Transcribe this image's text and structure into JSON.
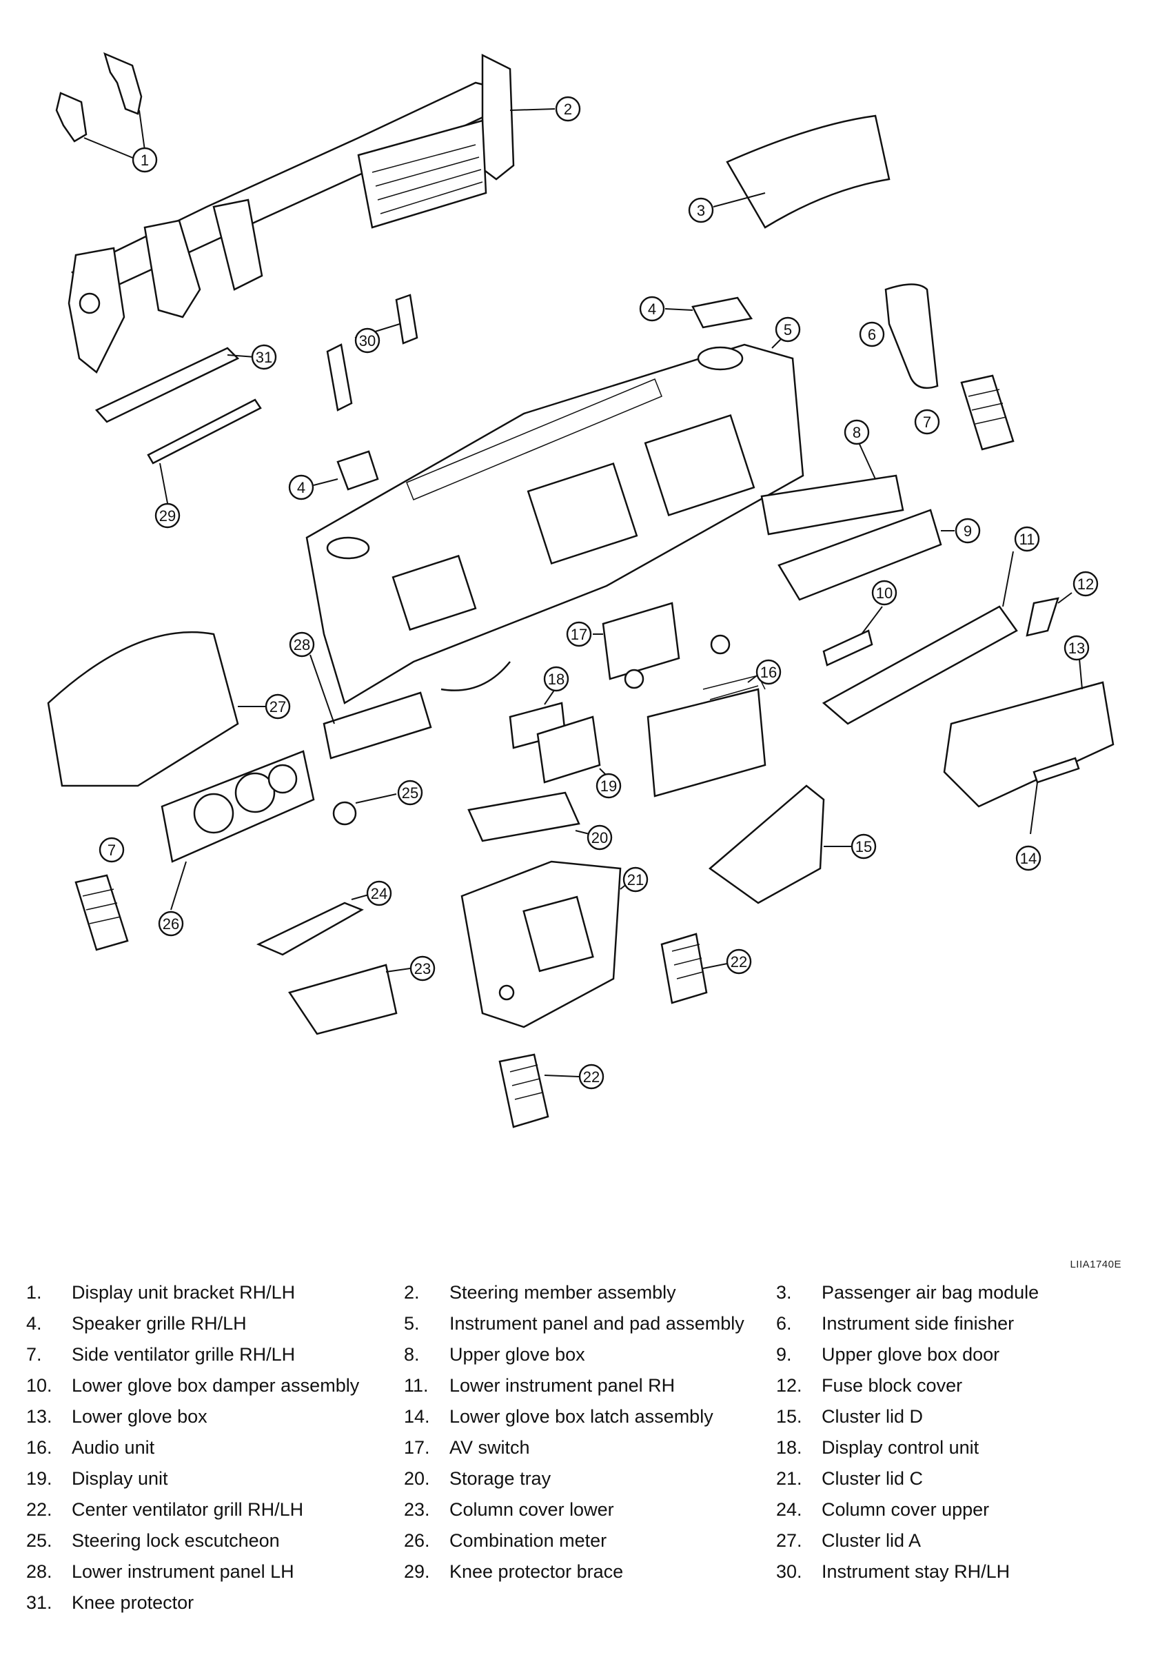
{
  "image_code": "LIIA1740E",
  "callouts": [
    "1",
    "2",
    "3",
    "4",
    "5",
    "6",
    "7",
    "8",
    "9",
    "10",
    "11",
    "12",
    "13",
    "14",
    "15",
    "16",
    "17",
    "18",
    "19",
    "20",
    "21",
    "22",
    "23",
    "24",
    "25",
    "26",
    "27",
    "28",
    "29",
    "30",
    "31"
  ],
  "legend": [
    {
      "num": "1.",
      "label": "Display unit bracket RH/LH"
    },
    {
      "num": "2.",
      "label": "Steering member assembly"
    },
    {
      "num": "3.",
      "label": "Passenger air bag module"
    },
    {
      "num": "4.",
      "label": "Speaker grille RH/LH"
    },
    {
      "num": "5.",
      "label": "Instrument panel and pad assembly"
    },
    {
      "num": "6.",
      "label": "Instrument side finisher"
    },
    {
      "num": "7.",
      "label": "Side ventilator grille RH/LH"
    },
    {
      "num": "8.",
      "label": "Upper glove box"
    },
    {
      "num": "9.",
      "label": "Upper glove box door"
    },
    {
      "num": "10.",
      "label": "Lower glove box damper assembly"
    },
    {
      "num": "11.",
      "label": "Lower instrument panel RH"
    },
    {
      "num": "12.",
      "label": "Fuse block cover"
    },
    {
      "num": "13.",
      "label": "Lower glove box"
    },
    {
      "num": "14.",
      "label": "Lower glove box latch assembly"
    },
    {
      "num": "15.",
      "label": "Cluster lid D"
    },
    {
      "num": "16.",
      "label": "Audio unit"
    },
    {
      "num": "17.",
      "label": "AV switch"
    },
    {
      "num": "18.",
      "label": "Display control unit"
    },
    {
      "num": "19.",
      "label": "Display unit"
    },
    {
      "num": "20.",
      "label": "Storage tray"
    },
    {
      "num": "21.",
      "label": "Cluster lid C"
    },
    {
      "num": "22.",
      "label": "Center ventilator grill RH/LH"
    },
    {
      "num": "23.",
      "label": "Column cover lower"
    },
    {
      "num": "24.",
      "label": "Column cover upper"
    },
    {
      "num": "25.",
      "label": "Steering lock escutcheon"
    },
    {
      "num": "26.",
      "label": "Combination meter"
    },
    {
      "num": "27.",
      "label": "Cluster lid A"
    },
    {
      "num": "28.",
      "label": "Lower instrument panel LH"
    },
    {
      "num": "29.",
      "label": "Knee protector brace"
    },
    {
      "num": "30.",
      "label": "Instrument stay RH/LH"
    },
    {
      "num": "31.",
      "label": "Knee protector"
    }
  ]
}
